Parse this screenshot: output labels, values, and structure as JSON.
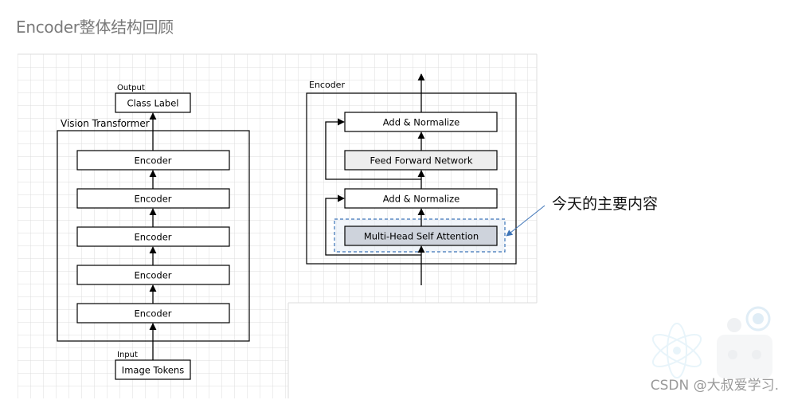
{
  "title": "Encoder整体结构回顾",
  "vit": {
    "output_label": "Output",
    "class_label": "Class Label",
    "container_label": "Vision Transformer",
    "encoders": [
      "Encoder",
      "Encoder",
      "Encoder",
      "Encoder",
      "Encoder"
    ],
    "input_label": "Input",
    "image_tokens": "Image Tokens"
  },
  "encoder_block": {
    "container_label": "Encoder",
    "add_norm_top": "Add & Normalize",
    "feed_forward": "Feed Forward Network",
    "add_norm_bottom": "Add & Normalize",
    "mhsa": "Multi-Head Self Attention"
  },
  "callout": "今天的主要内容",
  "watermark": "CSDN @大叔爱学习.",
  "colors": {
    "grid": "#dcdcdc",
    "ffn_fill": "#eeeeee",
    "mhsa_fill": "#ced3dc",
    "highlight_dash": "#3d74b8",
    "highlight_fill": "#e8eef7",
    "robot_accent": "#c7dff0"
  }
}
